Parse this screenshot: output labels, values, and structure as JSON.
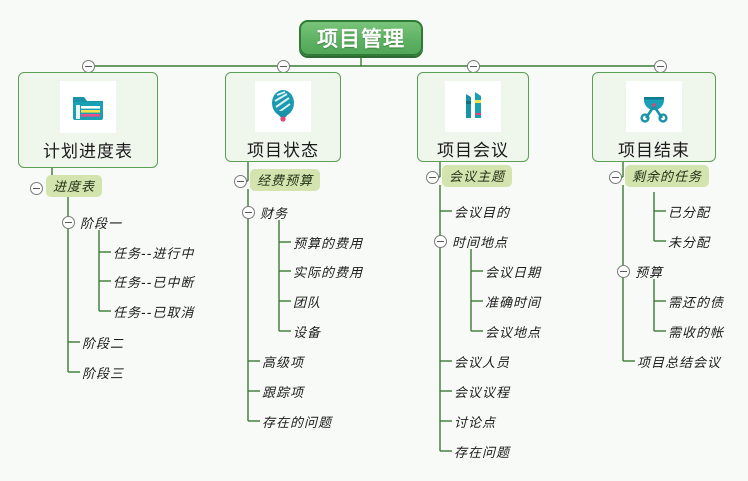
{
  "app": {
    "background": "#f7faf7",
    "line_color": "#3c7a35",
    "accent": "#5fb263",
    "pill_color": "#d3e4ae",
    "icon_color": "#1a93a8"
  },
  "root": {
    "label": "项目管理"
  },
  "branches": [
    {
      "label": "计划进度表",
      "icon": "file-box-icon",
      "pill": "进度表",
      "nodes": [
        {
          "label": "阶段一",
          "knob": true
        },
        {
          "label": "任务--进行中",
          "knob": false
        },
        {
          "label": "任务--已中断",
          "knob": false
        },
        {
          "label": "任务--已取消",
          "knob": false
        },
        {
          "label": "阶段二",
          "knob": false
        },
        {
          "label": "阶段三",
          "knob": false
        }
      ]
    },
    {
      "label": "项目状态",
      "icon": "balloon-icon",
      "pill": "经费预算",
      "nodes": [
        {
          "label": "财务",
          "knob": true
        },
        {
          "label": "预算的费用",
          "knob": false
        },
        {
          "label": "实际的费用",
          "knob": false
        },
        {
          "label": "团队",
          "knob": false
        },
        {
          "label": "设备",
          "knob": false
        },
        {
          "label": "高级项",
          "knob": false
        },
        {
          "label": "跟踪项",
          "knob": false
        },
        {
          "label": "存在的问题",
          "knob": false
        }
      ]
    },
    {
      "label": "项目会议",
      "icon": "pens-icon",
      "pill": "会议主题",
      "nodes": [
        {
          "label": "会议目的",
          "knob": false
        },
        {
          "label": "时间地点",
          "knob": true
        },
        {
          "label": "会议日期",
          "knob": false
        },
        {
          "label": "准确时间",
          "knob": false
        },
        {
          "label": "会议地点",
          "knob": false
        },
        {
          "label": "会议人员",
          "knob": false
        },
        {
          "label": "会议议程",
          "knob": false
        },
        {
          "label": "讨论点",
          "knob": false
        },
        {
          "label": "存在问题",
          "knob": false
        }
      ]
    },
    {
      "label": "项目结束",
      "icon": "scissors-icon",
      "pill": "剩余的任务",
      "nodes": [
        {
          "label": "已分配",
          "knob": false
        },
        {
          "label": "未分配",
          "knob": false
        },
        {
          "label": "预算",
          "knob": true
        },
        {
          "label": "需还的债",
          "knob": false
        },
        {
          "label": "需收的帐",
          "knob": false
        },
        {
          "label": "项目总结会议",
          "knob": false
        }
      ]
    }
  ]
}
